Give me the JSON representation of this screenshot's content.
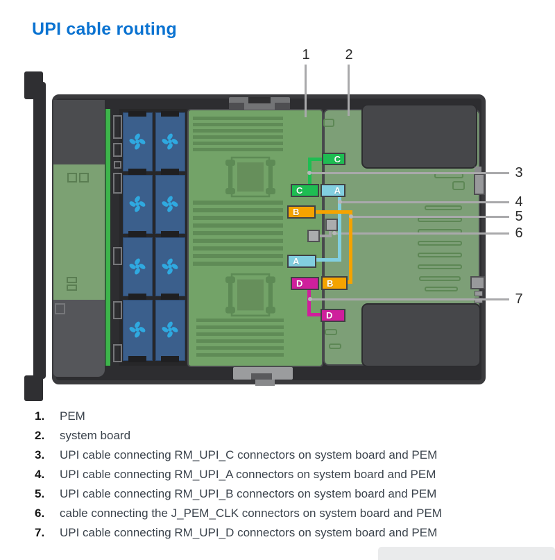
{
  "title": "UPI cable routing",
  "diagram": {
    "callouts": {
      "n1": "1",
      "n2": "2",
      "n3": "3",
      "n4": "4",
      "n5": "5",
      "n6": "6",
      "n7": "7"
    },
    "connectors": {
      "c_system": "C",
      "c_pem": "C",
      "a_system": "A",
      "a_pem": "A",
      "b_pem": "B",
      "b_system": "B",
      "d_pem": "D",
      "d_system": "D"
    },
    "icons": {
      "fan": "fan-pinwheel",
      "cpu_socket": "cpu-socket-bracket"
    },
    "colors": {
      "title_blue": "#0b73d1",
      "chassis_dark": "#2d2d30",
      "pem_board_green": "#73a368",
      "system_board_green": "#7d9f77",
      "backplane_green": "#3db54b",
      "fan_body_blue": "#3b5f8c",
      "fan_icon_cyan": "#2fa9e0",
      "connector_c_green": "#1ebd52",
      "connector_a_cyan": "#82cfe0",
      "connector_b_orange": "#f5a300",
      "connector_d_magenta": "#cf1f9c",
      "clk_cable_gray": "#a2a3a5",
      "callout_gray": "#a9a9ab"
    }
  },
  "legend": {
    "items": [
      {
        "num": "1.",
        "text": "PEM"
      },
      {
        "num": "2.",
        "text": "system board"
      },
      {
        "num": "3.",
        "text": "UPI cable connecting RM_UPI_C connectors on system board and PEM"
      },
      {
        "num": "4.",
        "text": "UPI cable connecting RM_UPI_A connectors on system board and PEM"
      },
      {
        "num": "5.",
        "text": "UPI cable connecting RM_UPI_B connectors on system board and PEM"
      },
      {
        "num": "6.",
        "text": "cable connecting the J_PEM_CLK connectors on system board and PEM"
      },
      {
        "num": "7.",
        "text": "UPI cable connecting RM_UPI_D connectors on system board and PEM"
      }
    ]
  }
}
